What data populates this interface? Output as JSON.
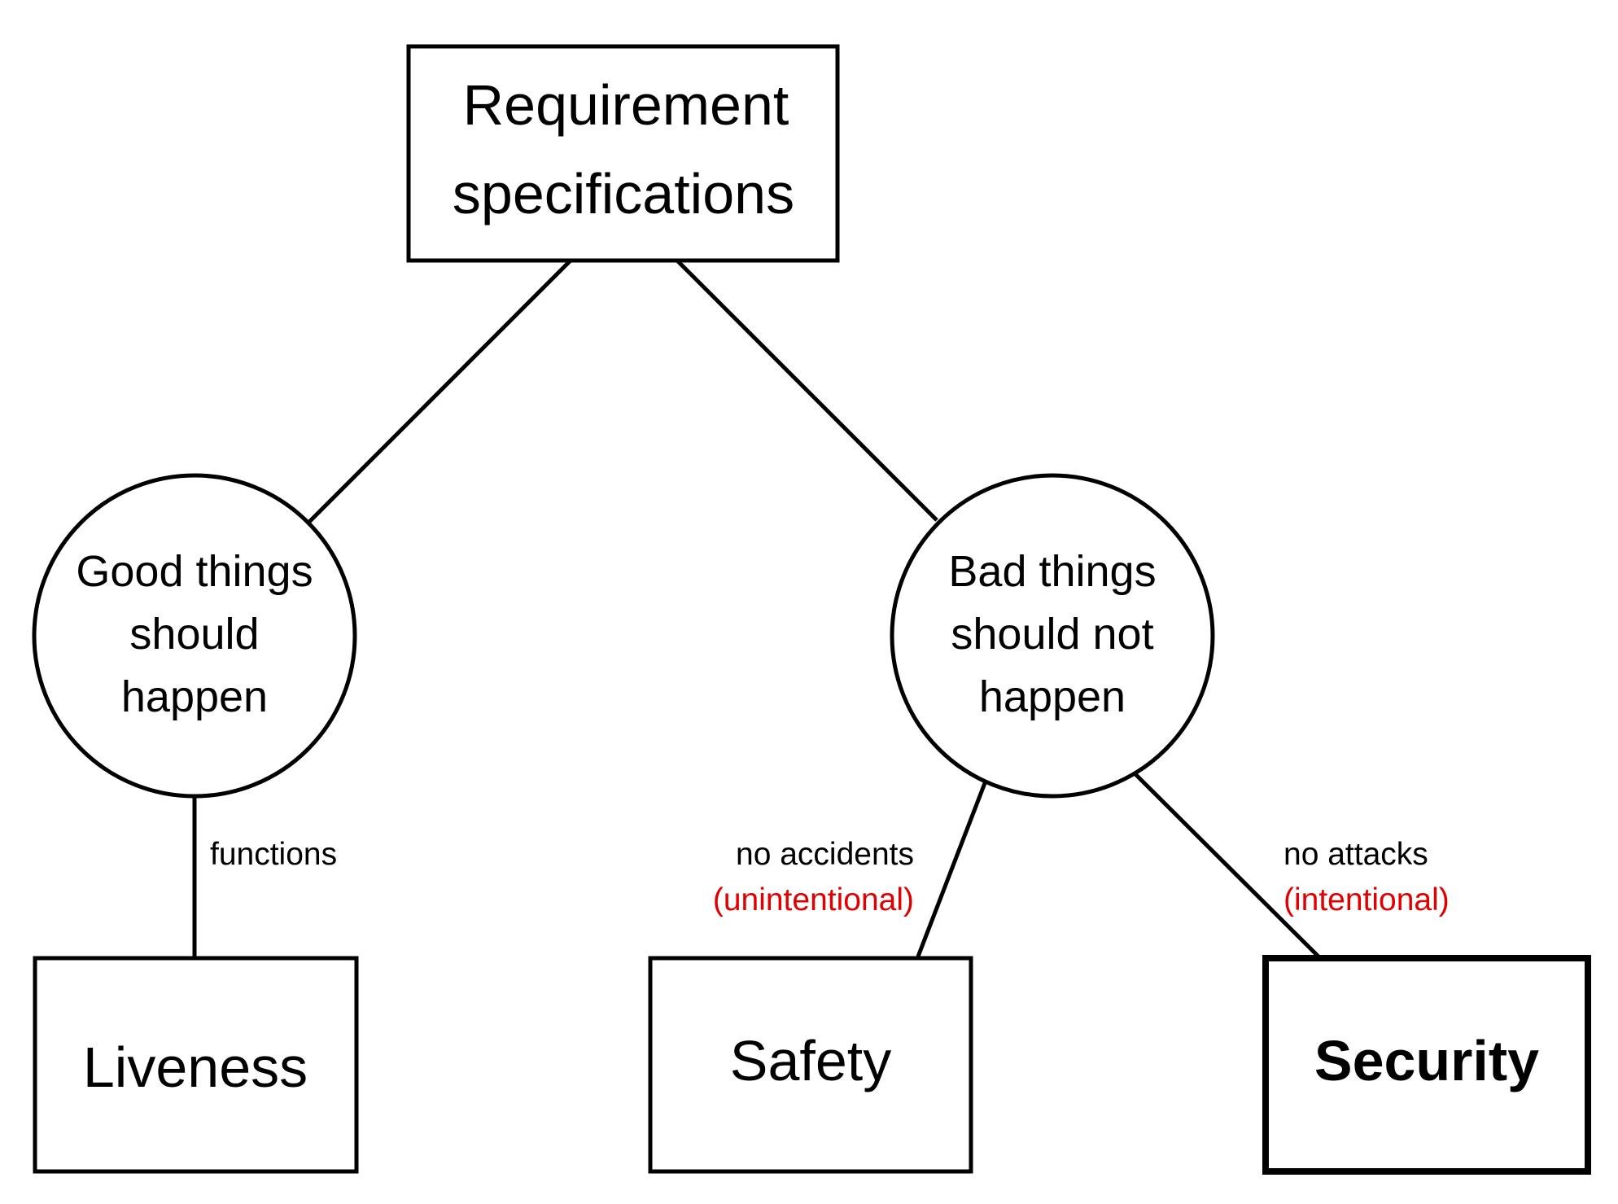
{
  "colors": {
    "stroke": "#000000",
    "background": "#ffffff",
    "accent_red": "#e00000"
  },
  "nodes": {
    "root": {
      "lines": [
        "Requirement",
        "specifications"
      ]
    },
    "good": {
      "lines": [
        "Good things",
        "should",
        "happen"
      ]
    },
    "bad": {
      "lines": [
        "Bad things",
        "should not",
        "happen"
      ]
    },
    "liveness": {
      "label": "Liveness"
    },
    "safety": {
      "label": "Safety"
    },
    "security": {
      "label": "Security"
    }
  },
  "edges": {
    "functions": {
      "label": "functions"
    },
    "accidents": {
      "label": "no accidents",
      "sub": "(unintentional)"
    },
    "attacks": {
      "label": "no attacks",
      "sub": "(intentional)"
    }
  }
}
